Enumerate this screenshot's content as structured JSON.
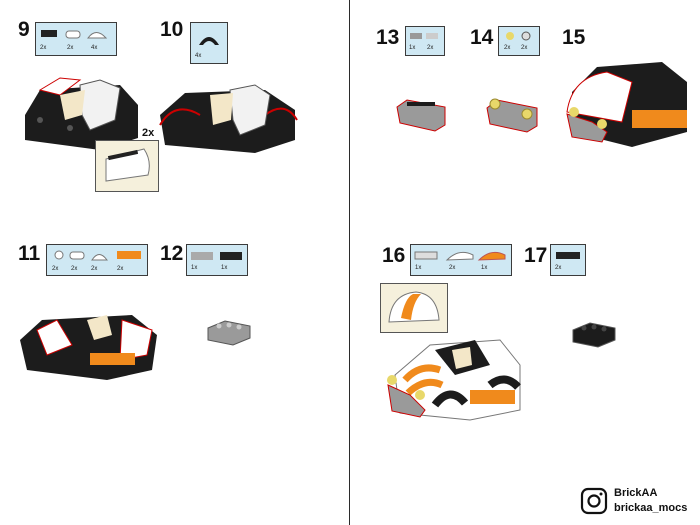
{
  "steps": [
    {
      "number": "9",
      "quantities": [
        "2x",
        "2x",
        "4x"
      ]
    },
    {
      "number": "10",
      "quantities": [
        "4x"
      ]
    },
    {
      "number": "11",
      "quantities": [
        "2x",
        "2x",
        "2x",
        "2x"
      ]
    },
    {
      "number": "12",
      "quantities": [
        "1x",
        "1x"
      ]
    },
    {
      "number": "13",
      "quantities": [
        "1x",
        "2x"
      ]
    },
    {
      "number": "14",
      "quantities": [
        "2x",
        "2x"
      ]
    },
    {
      "number": "15",
      "quantities": []
    },
    {
      "number": "16",
      "quantities": [
        "1x",
        "2x",
        "1x"
      ]
    },
    {
      "number": "17",
      "quantities": [
        "2x"
      ]
    }
  ],
  "callout_multiplier": "2x",
  "branding": {
    "name": "BrickAA",
    "handle": "brickaa_mocs",
    "icon": "instagram-icon"
  },
  "colors": {
    "parts_box": "#cfe8f3",
    "orange": "#f08a1c",
    "black": "#1c1c1c",
    "white": "#ffffff",
    "gray": "#9a9a9a",
    "yellow": "#e8d86a"
  }
}
